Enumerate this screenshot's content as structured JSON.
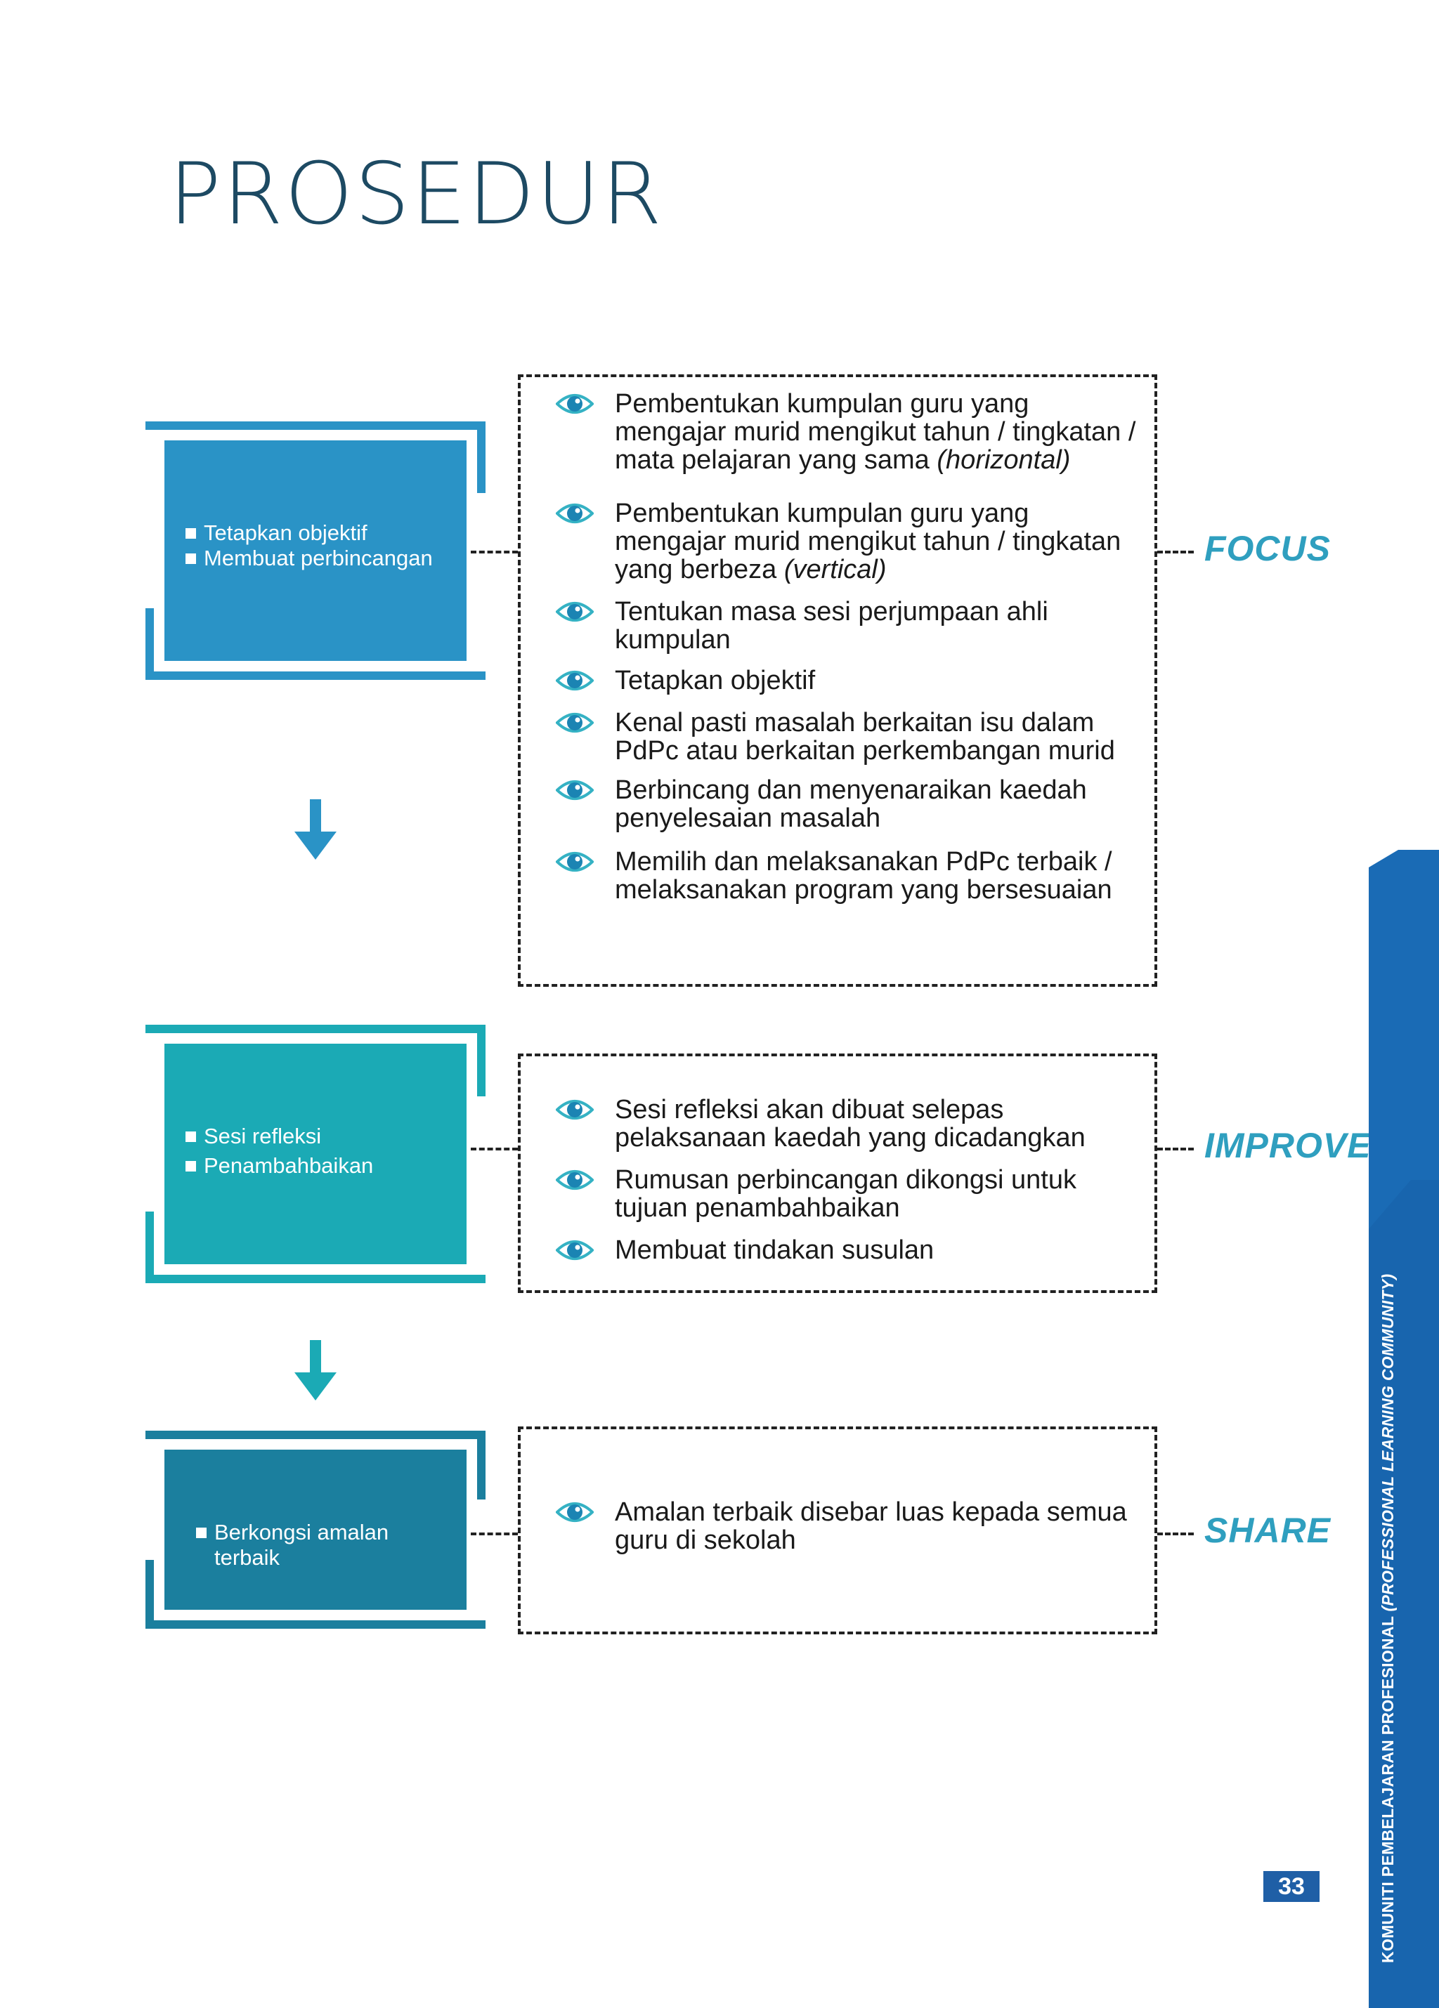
{
  "title": "PROSEDUR",
  "colors": {
    "title": "#1d4a63",
    "step1": "#2a93c6",
    "step2": "#1baab5",
    "step3": "#1b7f9e",
    "label": "#2f9fbf",
    "side_tab": "#1a6bb5"
  },
  "steps": [
    {
      "items": [
        "Tetapkan objektif",
        "Membuat perbincangan"
      ],
      "label": "FOCUS",
      "details": [
        {
          "text": "Pembentukan kumpulan guru yang mengajar murid mengikut tahun / tingkatan / mata pelajaran yang sama",
          "italic": "(horizontal)"
        },
        {
          "text": "Pembentukan kumpulan guru yang mengajar murid mengikut tahun / tingkatan yang berbeza",
          "italic": "(vertical)"
        },
        {
          "text": "Tentukan masa sesi perjumpaan ahli kumpulan"
        },
        {
          "text": "Tetapkan objektif"
        },
        {
          "text": "Kenal pasti masalah berkaitan isu dalam PdPc atau berkaitan perkembangan murid"
        },
        {
          "text": "Berbincang dan menyenaraikan kaedah penyelesaian masalah"
        },
        {
          "text": "Memilih dan melaksanakan PdPc terbaik / melaksanakan program yang bersesuaian"
        }
      ]
    },
    {
      "items": [
        "Sesi refleksi",
        "Penambahbaikan"
      ],
      "label": "IMPROVE",
      "details": [
        {
          "text": "Sesi refleksi akan dibuat selepas pelaksanaan kaedah yang dicadangkan"
        },
        {
          "text": "Rumusan perbincangan dikongsi untuk tujuan penambahbaikan"
        },
        {
          "text": "Membuat tindakan susulan"
        }
      ]
    },
    {
      "items": [
        "Berkongsi amalan terbaik"
      ],
      "label": "SHARE",
      "details": [
        {
          "text": "Amalan terbaik disebar luas kepada semua guru di sekolah"
        }
      ]
    }
  ],
  "side_tab": {
    "text": "KOMUNITI PEMBELAJARAN PROFESIONAL",
    "italic": "(PROFESSIONAL LEARNING COMMUNITY)"
  },
  "page_number": "33"
}
